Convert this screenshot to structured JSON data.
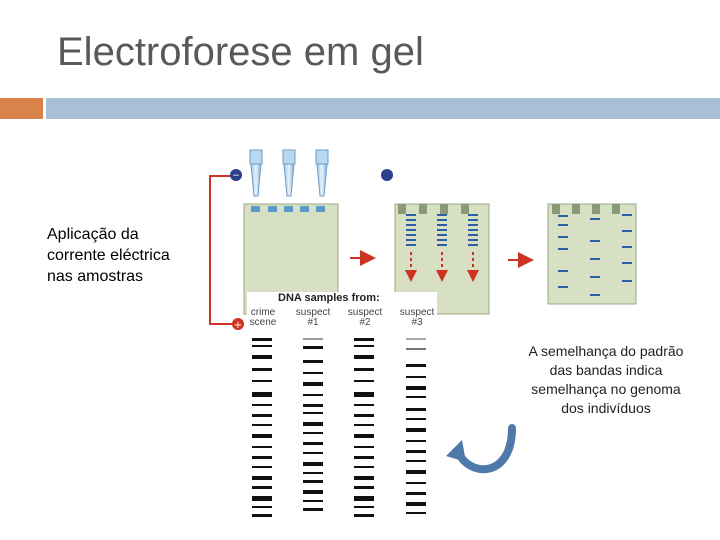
{
  "slide": {
    "title": "Electroforese em gel",
    "left_caption": "Aplicação da corrente eléctrica nas amostras",
    "right_caption": "A semelhança do padrão das bandas indica semelhança no genoma dos indivíduos"
  },
  "figure": {
    "header": "DNA samples from:",
    "columns": [
      {
        "line1": "crime",
        "line2": "scene"
      },
      {
        "line1": "suspect",
        "line2": "#1"
      },
      {
        "line1": "suspect",
        "line2": "#2"
      },
      {
        "line1": "suspect",
        "line2": "#3"
      }
    ],
    "electrode_negative": "−",
    "electrode_positive": "+"
  },
  "colors": {
    "title": "#595959",
    "accent_orange": "#d9824a",
    "accent_blue": "#a9bfd6",
    "gel": "#d8e0c4",
    "wire": "#cc3322",
    "band": "#2b5fa8"
  }
}
